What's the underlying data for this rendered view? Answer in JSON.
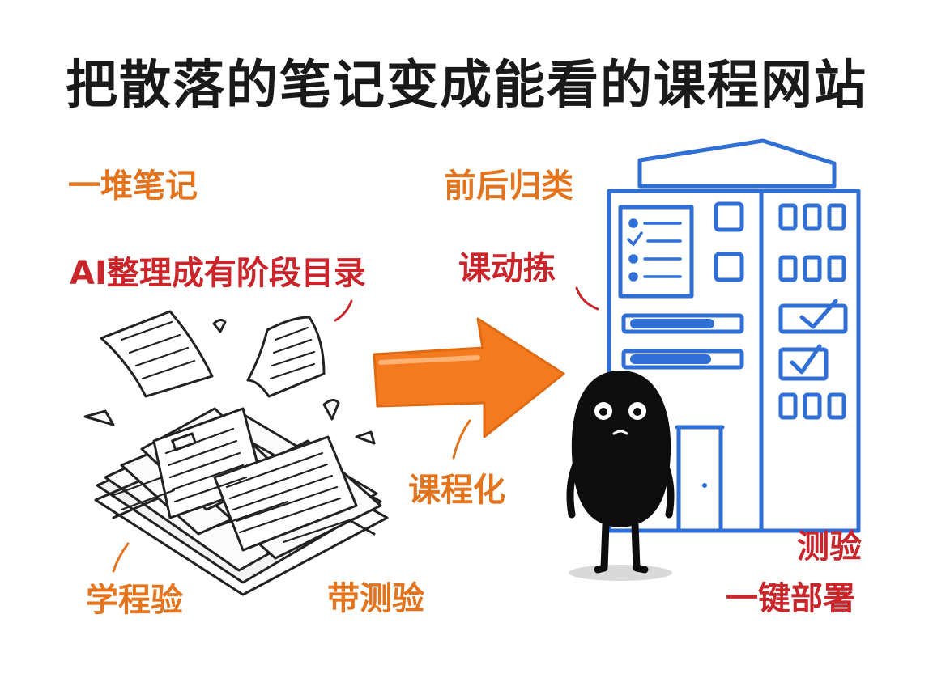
{
  "title": "把散落的笔记变成能看的课程网站",
  "labels": {
    "pile_notes": "一堆笔记",
    "ai_organize": "AI整理成有阶段目录",
    "categorize": "前后归类",
    "course_move": "课动拣",
    "course_ify": "课程化",
    "learn_exp": "学程验",
    "with_quiz": "带测验",
    "quiz": "测验",
    "one_click_deploy": "一键部署"
  },
  "colors": {
    "title": "#1a1a1a",
    "orange_label": "#e3731c",
    "red_label": "#c9252b",
    "arrow_fill": "#f47a20",
    "building_stroke": "#2f6fd6",
    "character_fill": "#0d0d0d",
    "paper_stroke": "#222222"
  },
  "icons": {
    "arrow": "right-arrow-icon",
    "building": "building-icon",
    "character": "character-icon",
    "paper_pile": "paper-pile-icon",
    "checkmark": "checkmark-icon",
    "checklist": "checklist-icon"
  }
}
